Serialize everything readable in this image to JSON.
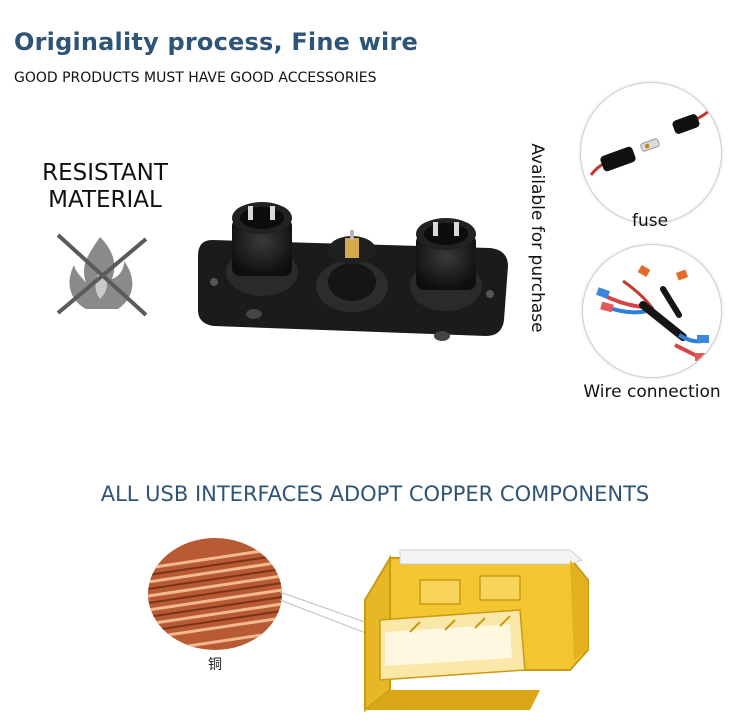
{
  "header": {
    "title": "Originality process, Fine wire",
    "subtitle": "GOOD PRODUCTS MUST HAVE GOOD ACCESSORIES"
  },
  "features": {
    "resistant_line1": "RESISTANT",
    "resistant_line2": "MATERIAL",
    "available": "Available for purchase"
  },
  "accessories": {
    "fuse_label": "fuse",
    "wire_label": "Wire connection"
  },
  "usb_section": {
    "heading": "ALL USB INTERFACES ADOPT COPPER COMPONENTS",
    "copper_label": "铜"
  },
  "colors": {
    "heading_blue": "#2e5478",
    "copper": "#c8643a",
    "usb_yellow": "#f2c531"
  },
  "icons": [
    "no-fire-icon",
    "fuse-icon",
    "wire-connector-icon",
    "copper-sheet-icon",
    "usb-connector-icon"
  ]
}
